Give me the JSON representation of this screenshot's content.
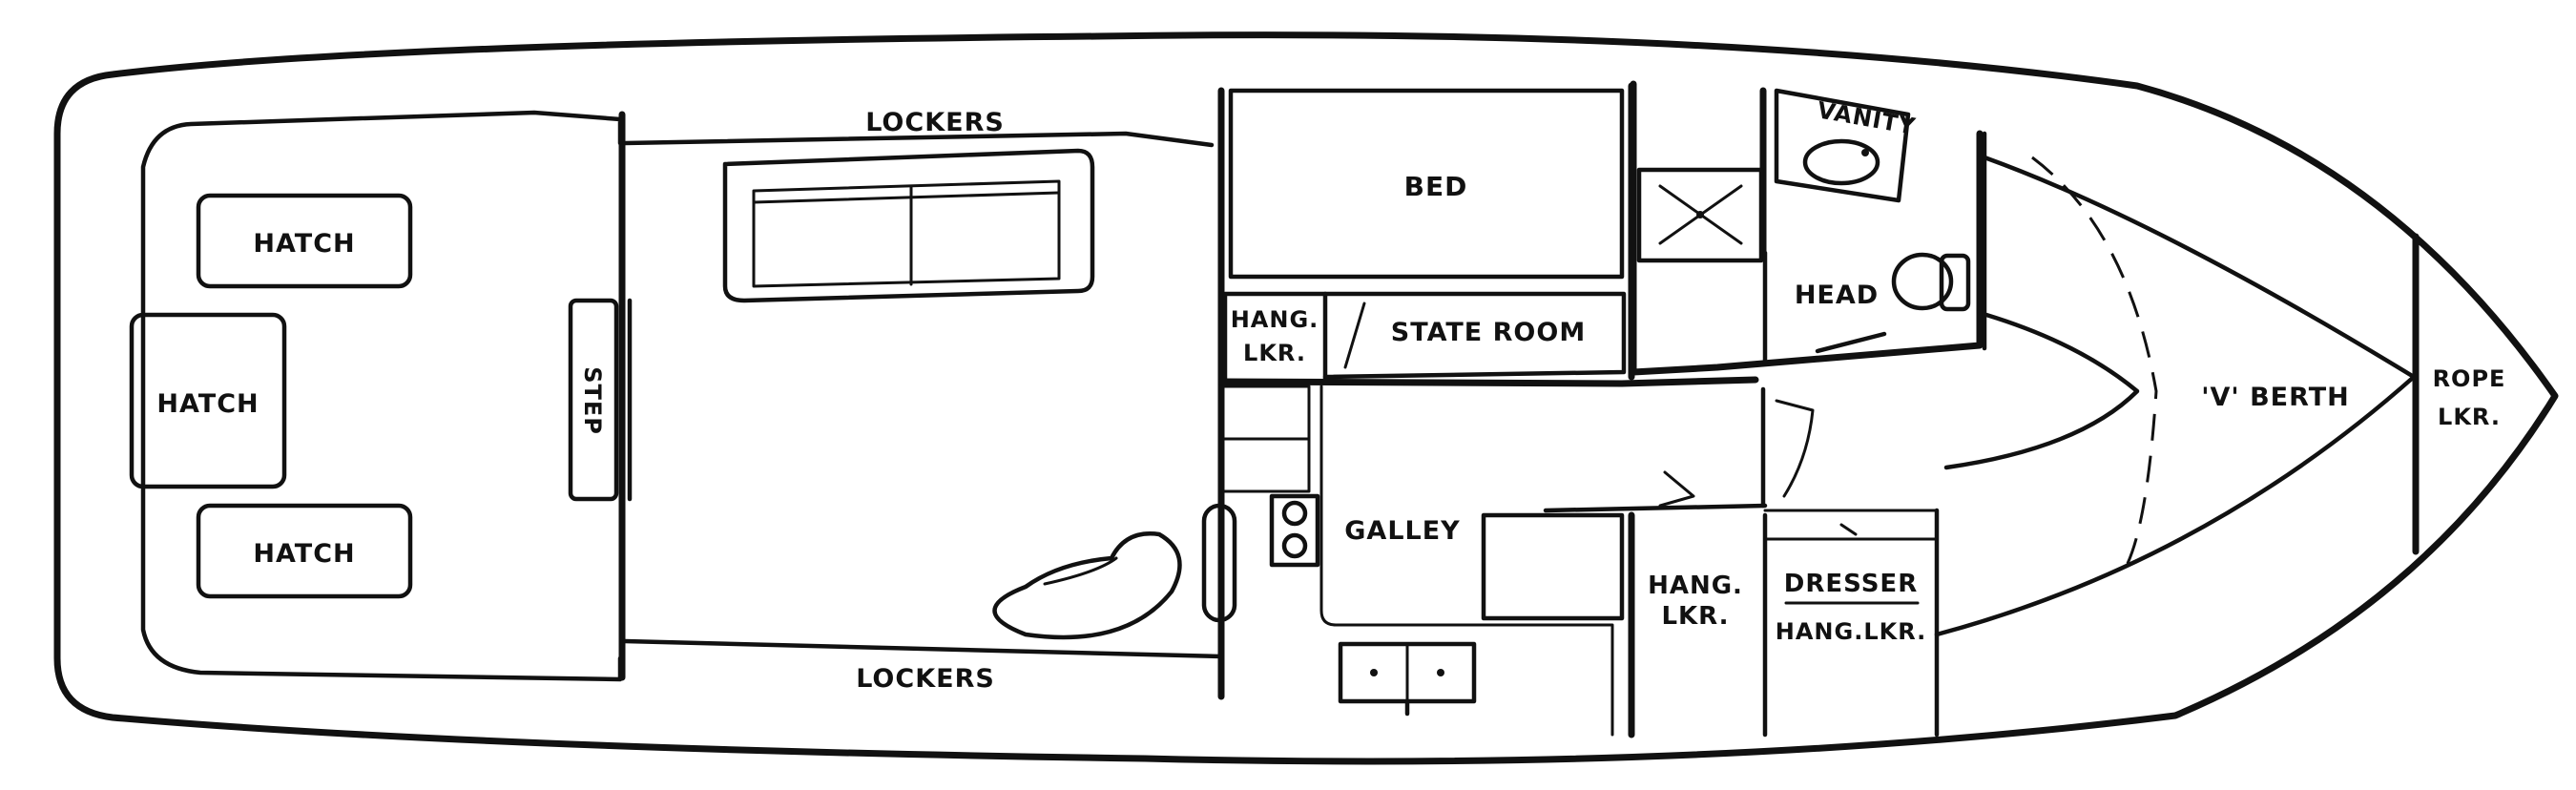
{
  "labels": {
    "lockers_top": "LOCKERS",
    "lockers_bottom": "LOCKERS",
    "hatch_1": "HATCH",
    "hatch_2": "HATCH",
    "hatch_3": "HATCH",
    "step": "STEP",
    "bed": "BED",
    "hang_lkr_state_line1": "HANG.",
    "hang_lkr_state_line2": "LKR.",
    "state_room": "STATE ROOM",
    "vanity": "VANITY",
    "head": "HEAD",
    "v_berth": "'V' BERTH",
    "rope_lkr_line1": "ROPE",
    "rope_lkr_line2": "LKR.",
    "galley": "GALLEY",
    "hang_lkr_mid_line1": "HANG.",
    "hang_lkr_mid_line2": "LKR.",
    "dresser": "DRESSER",
    "hang_lkr_dresser": "HANG.LKR."
  },
  "colors": {
    "ink": "#111111",
    "paper": "#ffffff"
  }
}
